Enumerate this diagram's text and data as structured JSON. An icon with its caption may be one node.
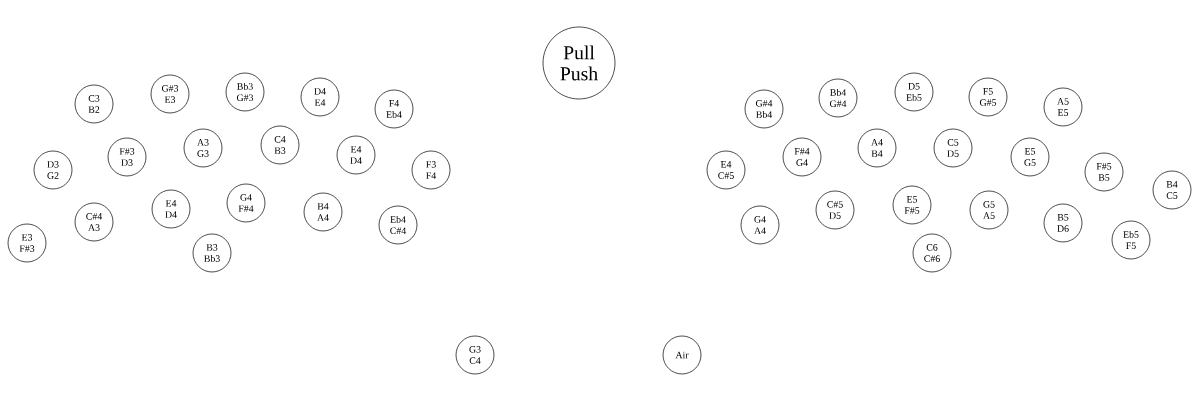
{
  "diagram": {
    "nodes": [
      {
        "text": [
          "Pull",
          "Push"
        ]
      },
      {
        "text": [
          "C3",
          "B2"
        ]
      },
      {
        "text": [
          "G#3",
          "E3"
        ]
      },
      {
        "text": [
          "Bb3",
          "G#3"
        ]
      },
      {
        "text": [
          "D4",
          "E4"
        ]
      },
      {
        "text": [
          "F4",
          "Eb4"
        ]
      },
      {
        "text": [
          "D3",
          "G2"
        ]
      },
      {
        "text": [
          "F#3",
          "D3"
        ]
      },
      {
        "text": [
          "A3",
          "G3"
        ]
      },
      {
        "text": [
          "C4",
          "B3"
        ]
      },
      {
        "text": [
          "E4",
          "D4"
        ]
      },
      {
        "text": [
          "F3",
          "F4"
        ]
      },
      {
        "text": [
          "E3",
          "F#3"
        ]
      },
      {
        "text": [
          "C#4",
          "A3"
        ]
      },
      {
        "text": [
          "E4",
          "D4"
        ]
      },
      {
        "text": [
          "G4",
          "F#4"
        ]
      },
      {
        "text": [
          "B4",
          "A4"
        ]
      },
      {
        "text": [
          "Eb4",
          "C#4"
        ]
      },
      {
        "text": [
          "B3",
          "Bb3"
        ]
      },
      {
        "text": [
          "G#4",
          "Bb4"
        ]
      },
      {
        "text": [
          "Bb4",
          "G#4"
        ]
      },
      {
        "text": [
          "D5",
          "Eb5"
        ]
      },
      {
        "text": [
          "F5",
          "G#5"
        ]
      },
      {
        "text": [
          "A5",
          "E5"
        ]
      },
      {
        "text": [
          "E4",
          "C#5"
        ]
      },
      {
        "text": [
          "F#4",
          "G4"
        ]
      },
      {
        "text": [
          "A4",
          "B4"
        ]
      },
      {
        "text": [
          "C5",
          "D5"
        ]
      },
      {
        "text": [
          "E5",
          "G5"
        ]
      },
      {
        "text": [
          "F#5",
          "B5"
        ]
      },
      {
        "text": [
          "B4",
          "C5"
        ]
      },
      {
        "text": [
          "G4",
          "A4"
        ]
      },
      {
        "text": [
          "C#5",
          "D5"
        ]
      },
      {
        "text": [
          "E5",
          "F#5"
        ]
      },
      {
        "text": [
          "G5",
          "A5"
        ]
      },
      {
        "text": [
          "B5",
          "D6"
        ]
      },
      {
        "text": [
          "Eb5",
          "F5"
        ]
      },
      {
        "text": [
          "C6",
          "C#6"
        ]
      },
      {
        "text": [
          "G3",
          "C4"
        ]
      },
      {
        "text": [
          "Air"
        ]
      }
    ]
  }
}
